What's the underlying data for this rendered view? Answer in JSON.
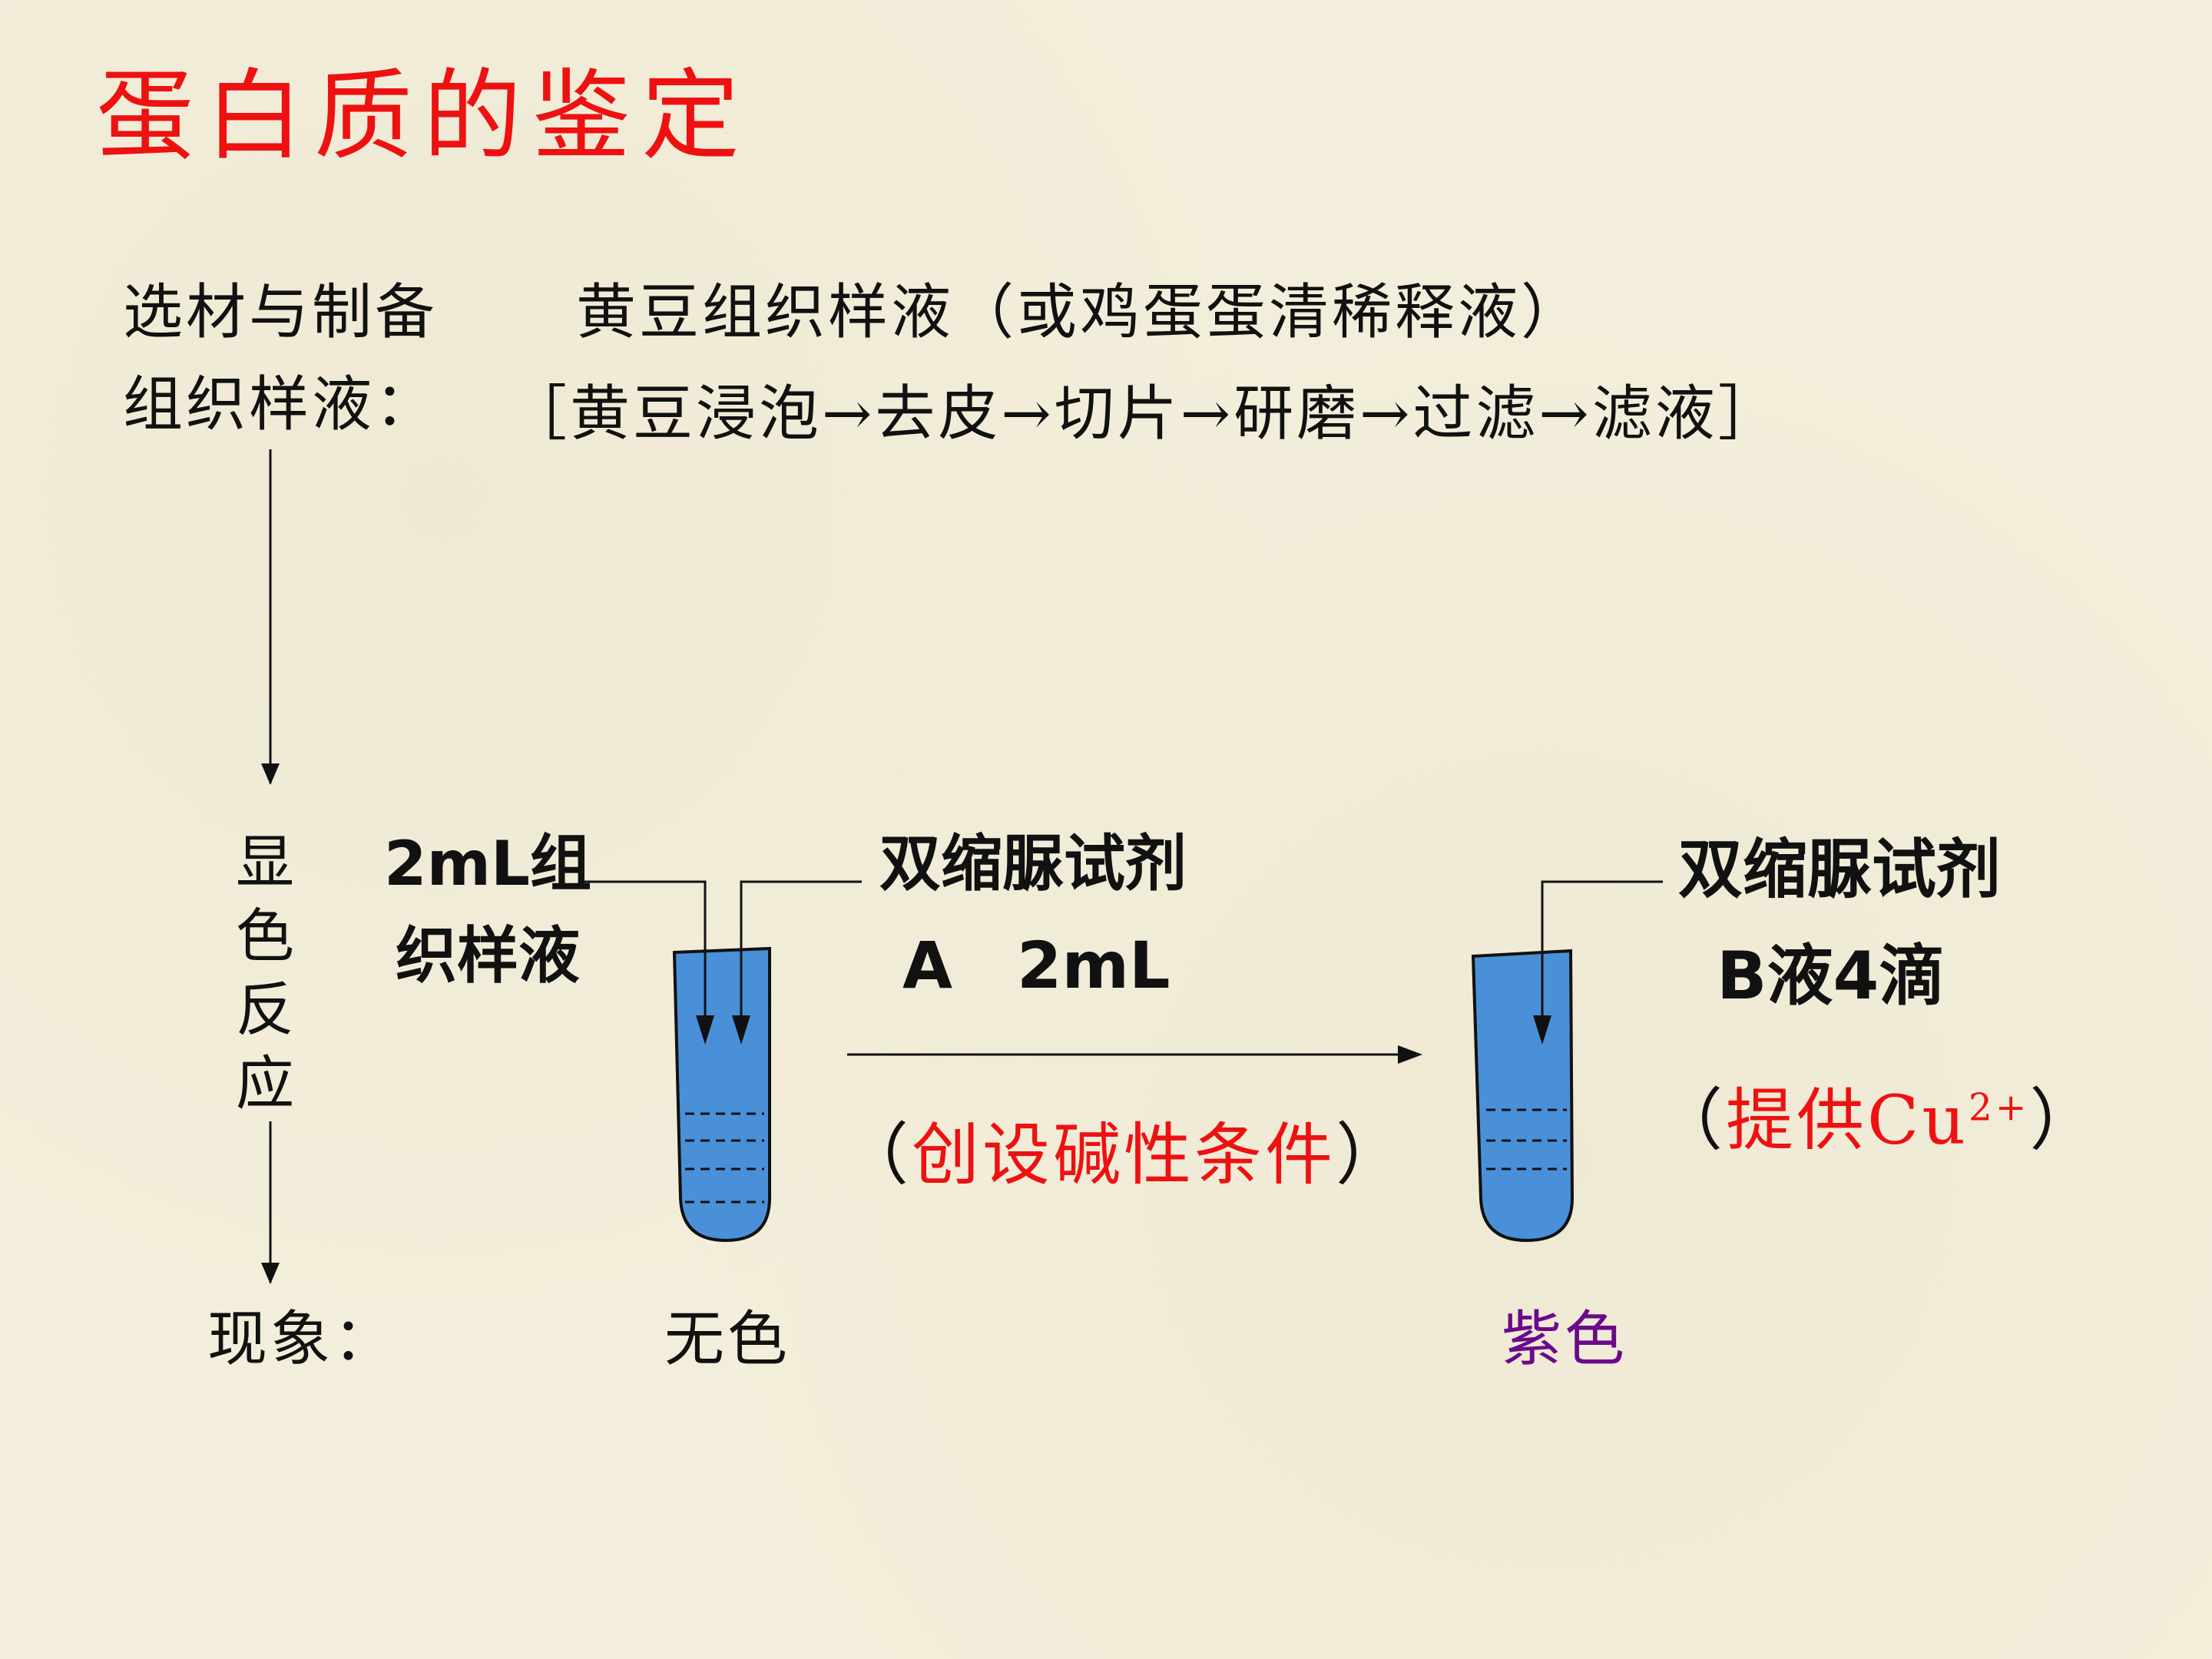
{
  "title": "蛋白质的鉴定",
  "material": {
    "label": "选材与制备",
    "value": "黄豆组织样液（或鸡蛋蛋清稀释液）"
  },
  "sample": {
    "label": "组织样液：",
    "steps": "［黄豆浸泡→去皮→切片→研磨→过滤→滤液］"
  },
  "reaction_label": [
    "显",
    "色",
    "反",
    "应"
  ],
  "left_tube": {
    "label_line1": "2mL组",
    "label_line2": "织样液"
  },
  "reagent_a": {
    "line1": "双缩脲试剂",
    "line2": "A　2mL",
    "note_open": "（",
    "note": "创设碱性条件",
    "note_close": "）"
  },
  "reagent_b": {
    "line1": "双缩脲试剂",
    "line2": "B液4滴",
    "note_open": "（",
    "note": "提供Cu",
    "note_sup": "2+",
    "note_close": "）"
  },
  "phenomenon": {
    "label": "现象：",
    "left": "无色",
    "right": "紫色"
  },
  "colors": {
    "title": "#ee1111",
    "emphasis": "#ee1111",
    "purple": "#6a0a8a",
    "liquid": "#4a90d9"
  }
}
